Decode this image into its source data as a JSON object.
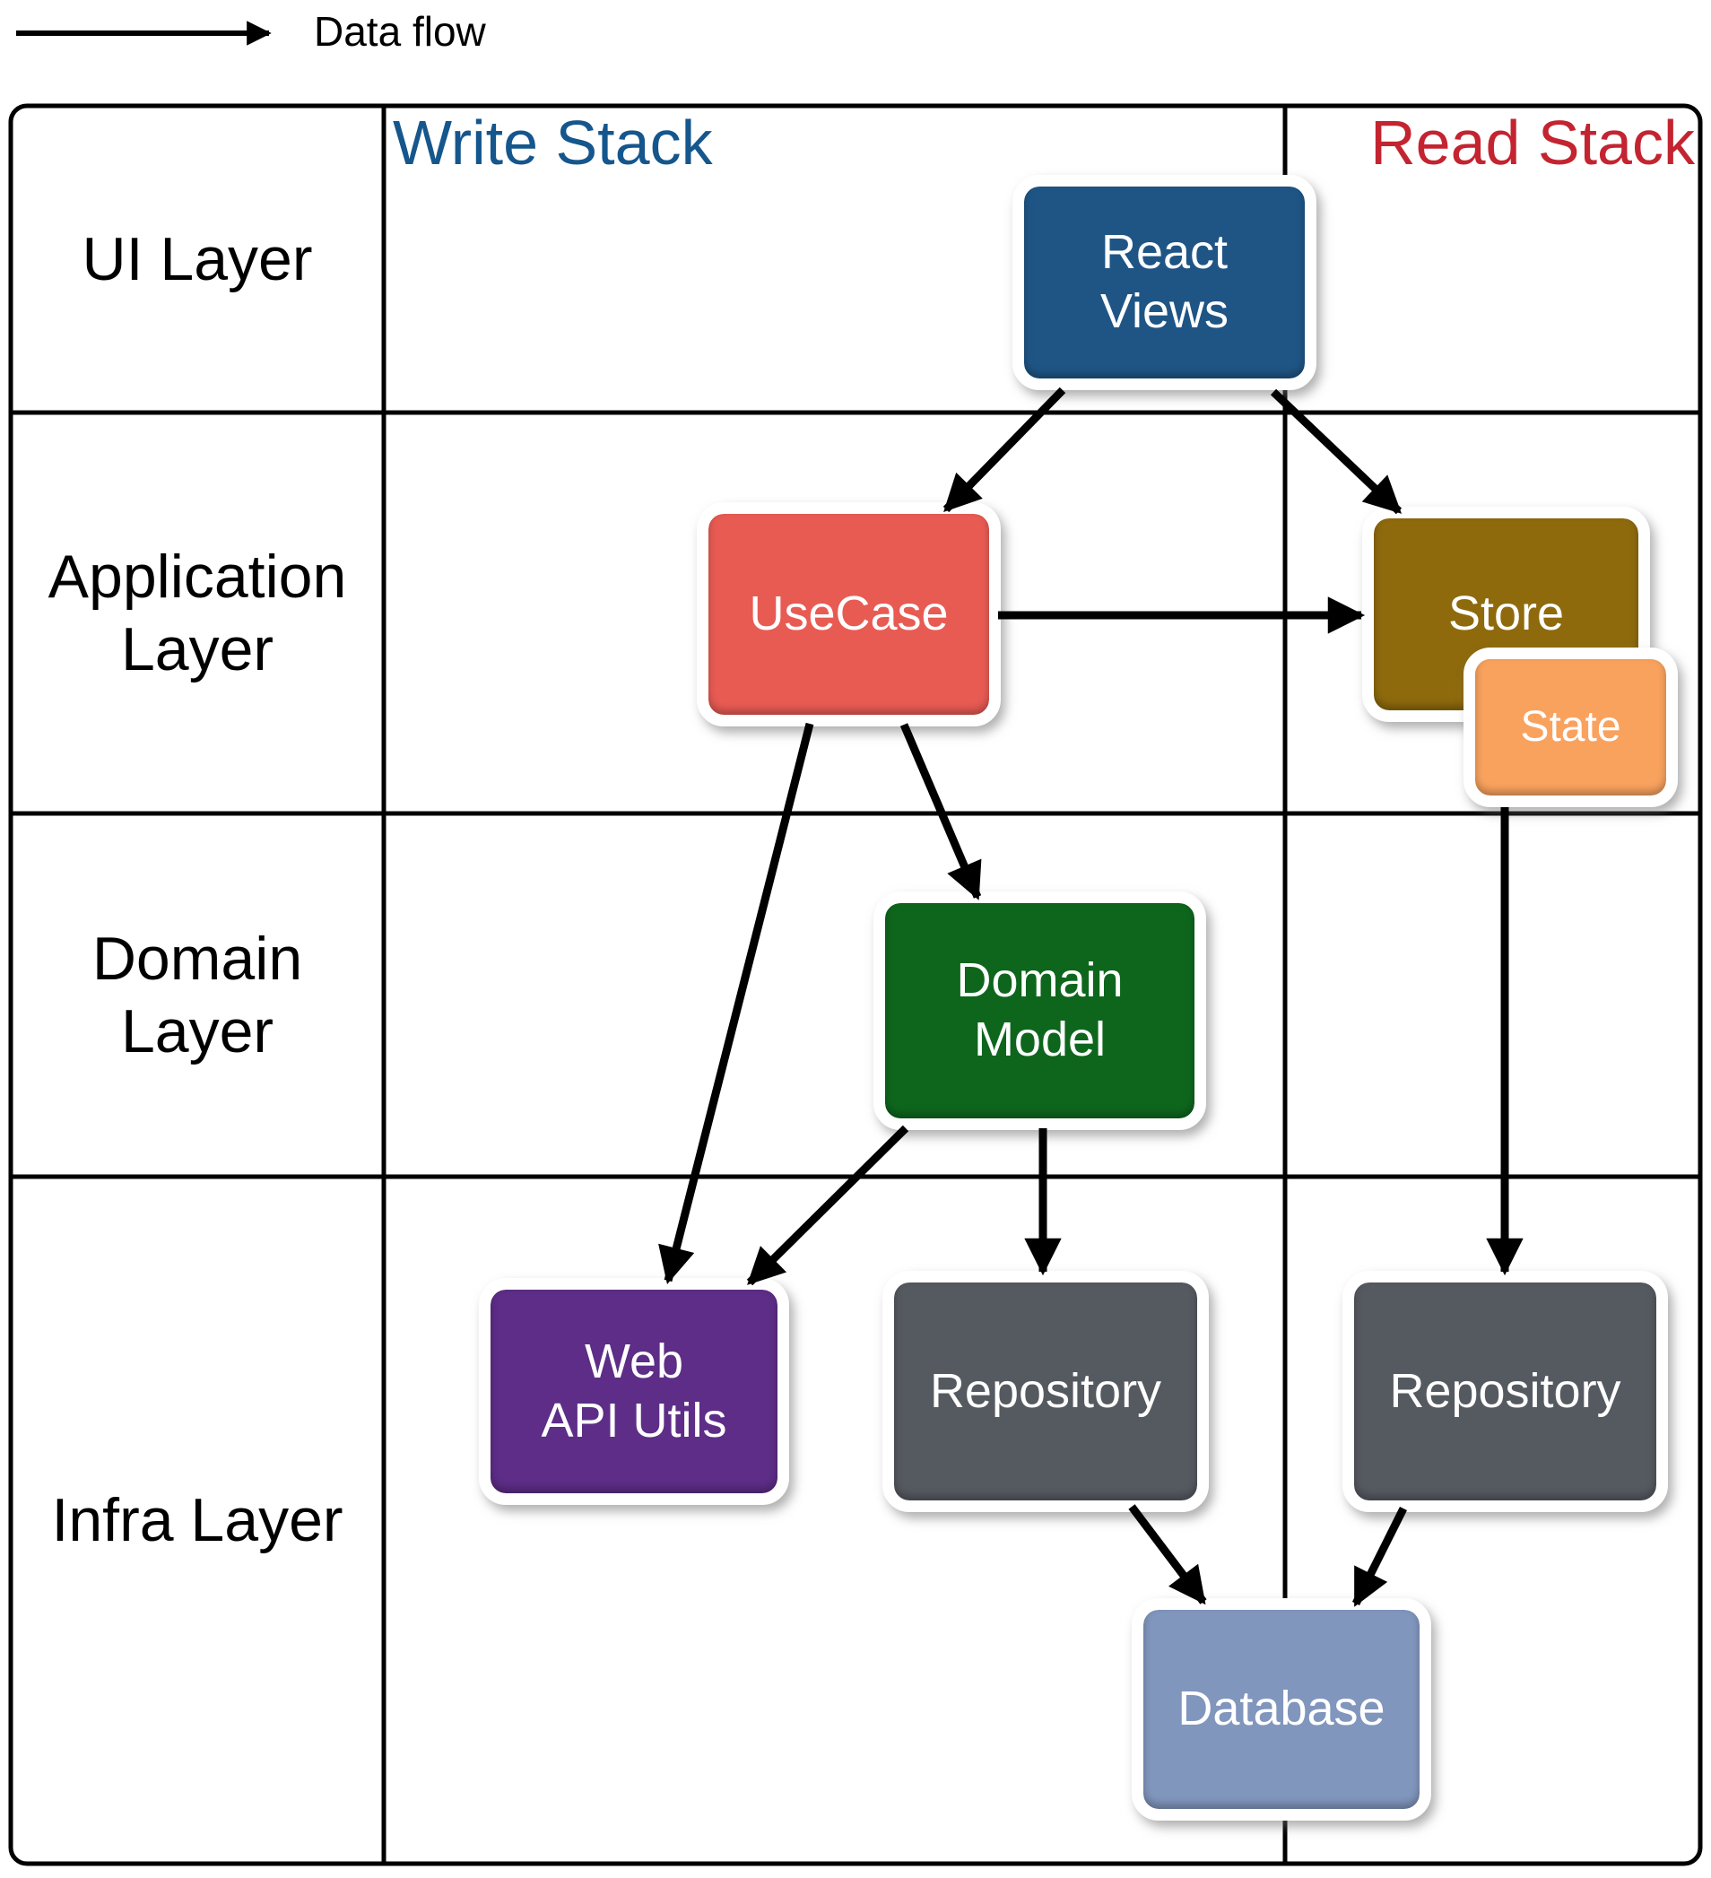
{
  "legend": {
    "label": "Data flow"
  },
  "table": {
    "columns": [
      {
        "label": "Write Stack",
        "color": "#15568d"
      },
      {
        "label": "Read Stack",
        "color": "#c32430"
      }
    ],
    "rows": [
      {
        "label": "UI Layer"
      },
      {
        "label": "Application\nLayer"
      },
      {
        "label": "Domain\nLayer"
      },
      {
        "label": "Infra Layer"
      }
    ]
  },
  "nodes": {
    "react_views": {
      "label": "React\nViews",
      "color": "#1f5585"
    },
    "usecase": {
      "label": "UseCase",
      "color": "#e85b53"
    },
    "store": {
      "label": "Store",
      "color": "#8e6a0d"
    },
    "state": {
      "label": "State",
      "color": "#f9a25e"
    },
    "domain_model": {
      "label": "Domain\nModel",
      "color": "#0e661d"
    },
    "web_api_utils": {
      "label": "Web\nAPI Utils",
      "color": "#5d2d87"
    },
    "repository_write": {
      "label": "Repository",
      "color": "#555960"
    },
    "repository_read": {
      "label": "Repository",
      "color": "#555960"
    },
    "database": {
      "label": "Database",
      "color": "#8196bd"
    }
  },
  "edges": [
    {
      "from": "React Views",
      "to": "UseCase"
    },
    {
      "from": "React Views",
      "to": "Store"
    },
    {
      "from": "UseCase",
      "to": "Store"
    },
    {
      "from": "UseCase",
      "to": "Web API Utils"
    },
    {
      "from": "UseCase",
      "to": "Domain Model"
    },
    {
      "from": "Domain Model",
      "to": "Web API Utils"
    },
    {
      "from": "Domain Model",
      "to": "Repository (write)"
    },
    {
      "from": "Store",
      "to": "Repository (read)"
    },
    {
      "from": "Repository (write)",
      "to": "Database"
    },
    {
      "from": "Repository (read)",
      "to": "Database"
    }
  ]
}
